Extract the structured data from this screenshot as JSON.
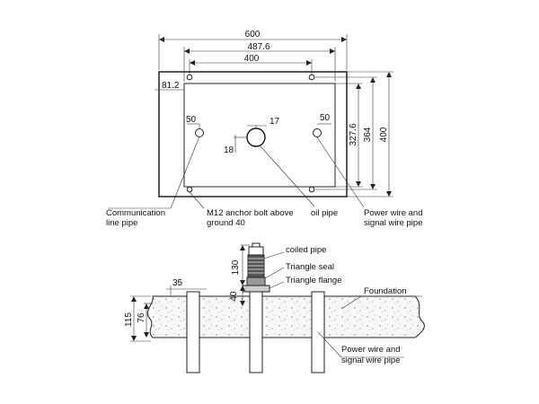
{
  "plan_dims": {
    "width_overall": "600",
    "width_inner": "487.6",
    "bolt_spacing": "400",
    "offset_left": "81.2",
    "hole_left": "50",
    "hole_right": "50",
    "hole_center": "17",
    "hole_center_v": "18",
    "height_inner": "327.6",
    "height_bolt": "364",
    "height_overall": "400"
  },
  "plan_labels": {
    "comm_pipe_1": "Communication",
    "comm_pipe_2": "line pipe",
    "anchor_1": "M12 anchor bolt above",
    "anchor_2": "ground  40",
    "oil_pipe": "oil pipe",
    "power_1": "Power wire and",
    "power_2": "signal wire pipe"
  },
  "section_dims": {
    "d35": "35",
    "d115": "115",
    "d76": "76",
    "d130": "130",
    "d40": "40"
  },
  "section_labels": {
    "coiled_pipe": "coiled pipe",
    "triangle_seal": "Triangle seal",
    "triangle_flange": "Triangle flange",
    "foundation": "Foundation",
    "power_1": "Power wire and",
    "power_2": "signal wire pipe"
  }
}
